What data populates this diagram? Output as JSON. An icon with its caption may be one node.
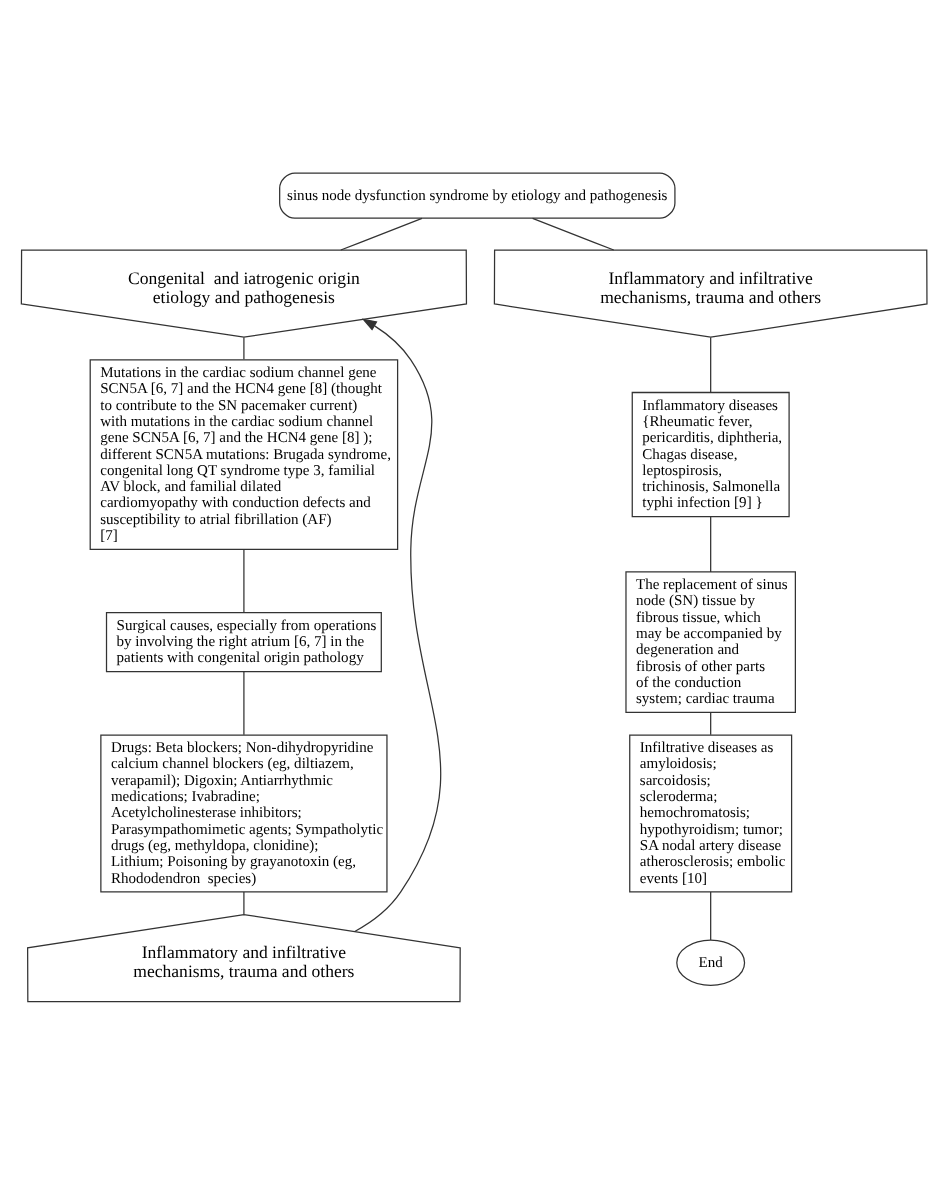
{
  "diagram": {
    "nodes": [
      {
        "text": [
          "sinus node dysfunction syndrome by etiology and pathogenesis"
        ]
      },
      {
        "text": [
          "Congenital  and iatrogenic origin etiology and pathogenesis"
        ]
      },
      {
        "text": [
          "Inflammatory and infiltrative mechanisms, trauma and others"
        ]
      },
      {
        "text": [
          "Mutations in the cardiac sodium channel gene SCN5A [6, 7] and the HCN4 gene [8] (thought to contribute to the SN pacemaker current) with mutations in the cardiac sodium channel gene SCN5A [6, 7] and the HCN4 gene [8] ); different SCN5A mutations: Brugada syndrome, congenital long QT syndrome type 3, familial AV block, and familial dilated cardiomyopathy with conduction defects and susceptibility to atrial fibrillation (AF) [7]"
        ]
      },
      {
        "text": [
          "Surgical causes, especially from operations by involving the right atrium [6, 7] in the patients with congenital origin pathology"
        ]
      },
      {
        "text": [
          "Drugs: Beta blockers; Non-dihydropyridine calcium channel blockers (eg, diltiazem, verapamil); Digoxin; Antiarrhythmic medications; Ivabradine; Acetylcholinesterase inhibitors; Parasympathomimetic agents; Sympatholytic drugs (eg, methyldopa, clonidine); Lithium; Poisoning by grayanotoxin (eg, Rhododendron  species)"
        ]
      },
      {
        "text": [
          "Inflammatory and infiltrative mechanisms, trauma and others"
        ]
      },
      {
        "text": [
          "Inflammatory diseases {Rheumatic fever, pericarditis, diphtheria, Chagas disease, leptospirosis, trichinosis, Salmonella typhi infection [9] }"
        ]
      },
      {
        "text": [
          "The replacement of sinus node (SN) tissue by fibrous tissue, which may be accompanied by degeneration and fibrosis of other parts of the conduction system; cardiac trauma"
        ]
      },
      {
        "text": [
          "Infiltrative diseases as amyloidosis; sarcoidosis; scleroderma; hemochromatosis; hypothyroidism; tumor; SA nodal artery disease atherosclerosis; embolic events [10]"
        ]
      },
      {
        "text": [
          "End"
        ]
      }
    ],
    "edges": [
      {
        "from": 0,
        "to": 1,
        "arrow": "none"
      },
      {
        "from": 0,
        "to": 2,
        "arrow": "none"
      },
      {
        "from": 1,
        "to": 3,
        "arrow": "none"
      },
      {
        "from": 3,
        "to": 4,
        "arrow": "none"
      },
      {
        "from": 4,
        "to": 5,
        "arrow": "none"
      },
      {
        "from": 5,
        "to": 6,
        "arrow": "none"
      },
      {
        "from": 2,
        "to": 7,
        "arrow": "none"
      },
      {
        "from": 7,
        "to": 8,
        "arrow": "none"
      },
      {
        "from": 8,
        "to": 9,
        "arrow": "none"
      },
      {
        "from": 9,
        "to": 10,
        "arrow": "none"
      },
      {
        "from": 6,
        "to": 1,
        "arrow": "to"
      }
    ]
  }
}
